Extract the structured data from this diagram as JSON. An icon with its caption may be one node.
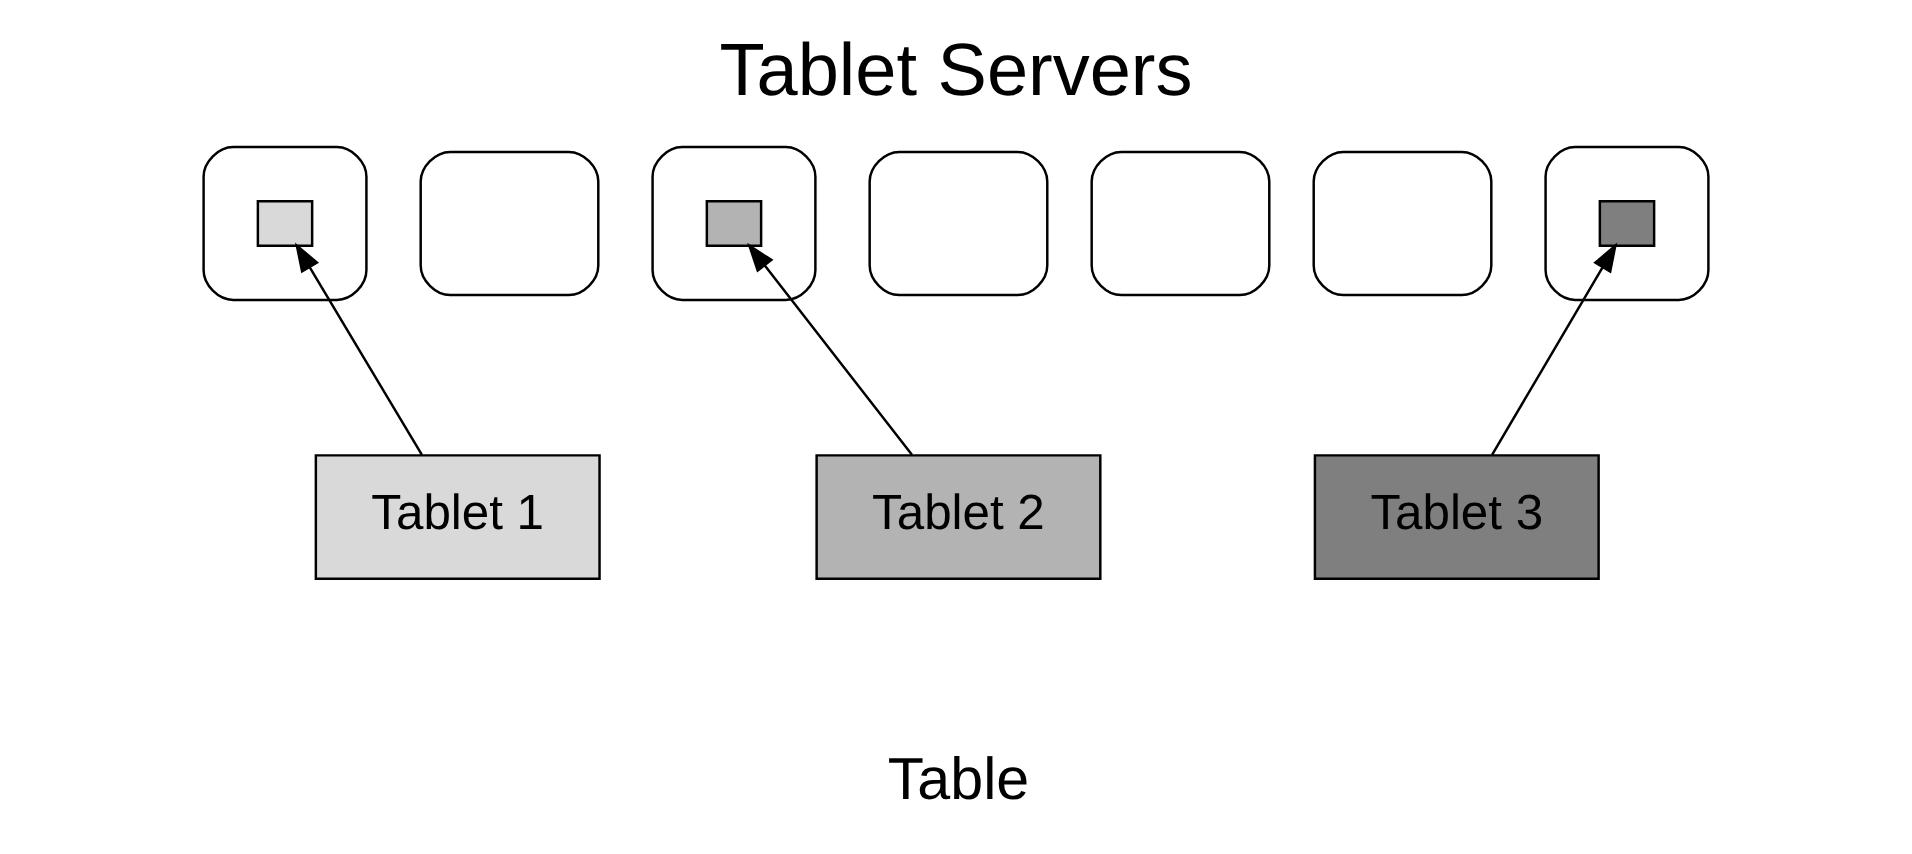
{
  "diagram": {
    "title": "Tablet Servers",
    "nodes": [
      {
        "text": [],
        "shape": "box"
      },
      {
        "text": [],
        "shape": "box",
        "in": 0
      },
      {
        "text": [],
        "shape": "box"
      },
      {
        "text": [],
        "shape": "box"
      },
      {
        "text": [],
        "shape": "box",
        "in": 3
      },
      {
        "text": [],
        "shape": "box"
      },
      {
        "text": [],
        "shape": "box"
      },
      {
        "text": [],
        "shape": "box",
        "in": 6
      },
      {
        "text": [],
        "shape": "box"
      },
      {
        "text": [],
        "shape": "box"
      },
      {
        "text": [
          "Tablet 1"
        ]
      },
      {
        "text": [
          "Tablet 2"
        ]
      },
      {
        "text": [
          "Tablet 3"
        ]
      }
    ],
    "edges": [
      {
        "from": 10,
        "to": 1,
        "arrow": "to"
      },
      {
        "from": 11,
        "to": 4,
        "arrow": "to"
      },
      {
        "from": 12,
        "to": 7,
        "arrow": "to"
      }
    ],
    "labels": [
      "Table"
    ]
  }
}
